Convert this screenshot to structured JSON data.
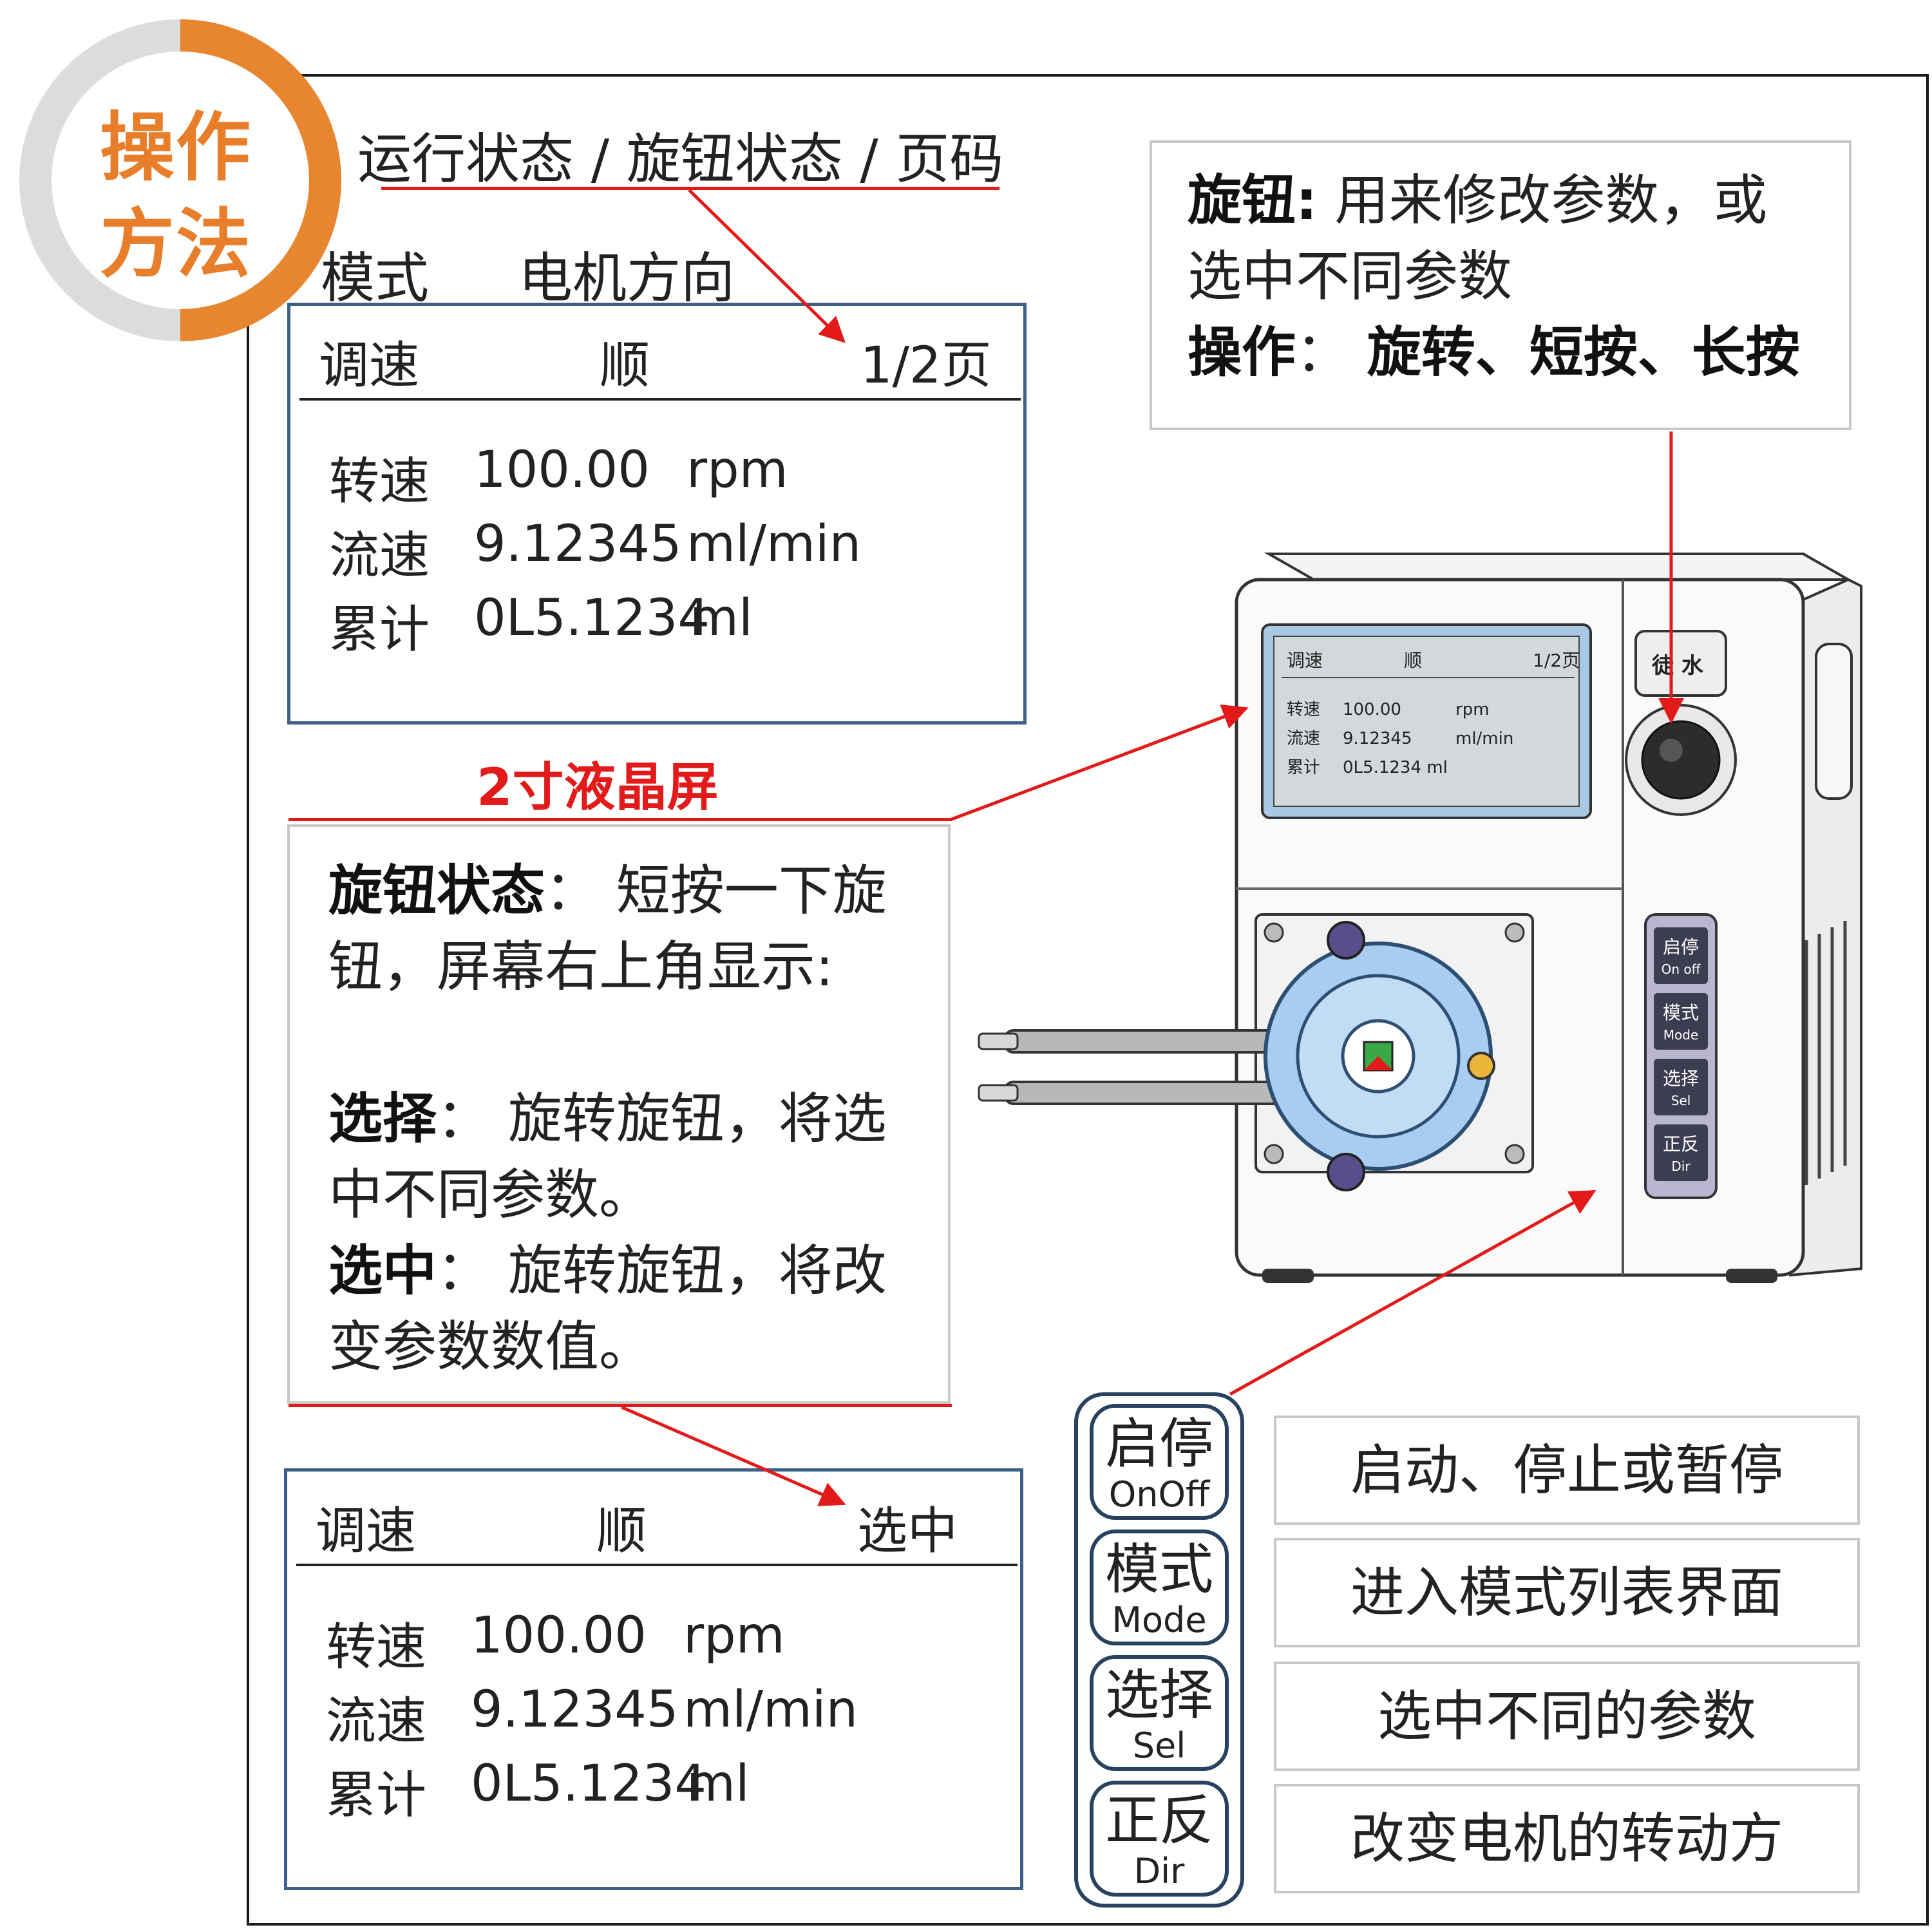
{
  "logo": {
    "line1": "操作",
    "line2": "方法"
  },
  "top_annotation": "运行状态 / 旋钮状态 / 页码",
  "header_labels": {
    "mode": "模式",
    "motor_direction": "电机方向"
  },
  "panel_running": {
    "mode": "调速",
    "direction": "顺",
    "page": "1/2页",
    "rows": [
      {
        "label": "转速",
        "value": "100.00",
        "unit": "rpm"
      },
      {
        "label": "流速",
        "value": "9.12345",
        "unit": "ml/min"
      },
      {
        "label": "累计",
        "value": "0L5.1234",
        "unit": "ml"
      }
    ]
  },
  "lcd_label": "2寸液晶屏",
  "knob_state_callout": {
    "title": "旋钮状态",
    "sep": "：",
    "text_a": "短按一下旋",
    "text_b": "钮，屏幕右上角显示:",
    "select_title": "选择",
    "select_sep": "：",
    "select_a": "旋转旋钮，将选",
    "select_b": "中不同参数。",
    "selected_title": "选中",
    "selected_sep": "：",
    "selected_a": "旋转旋钮，将改",
    "selected_b": "变参数数值。"
  },
  "panel_selected": {
    "mode": "调速",
    "direction": "顺",
    "state": "选中",
    "rows": [
      {
        "label": "转速",
        "value": "100.00",
        "unit": "rpm"
      },
      {
        "label": "流速",
        "value": "9.12345",
        "unit": "ml/min"
      },
      {
        "label": "累计",
        "value": "0L5.1234",
        "unit": "ml"
      }
    ]
  },
  "knob_callout": {
    "title": "旋钮",
    "sep": ":",
    "text_a": "用来修改参数，或",
    "text_b": "选中不同参数",
    "op_title": "操作",
    "op_sep": "：",
    "op_text": "旋转、短按、长按"
  },
  "device_screen": {
    "mode": "调速",
    "direction": "顺",
    "page": "1/2页",
    "r1_label": "转速",
    "r1": "100.00",
    "r1_unit": "rpm",
    "r2_label": "流速",
    "r2": "9.12345",
    "r2_unit": "ml/min",
    "r3_label": "累计",
    "r3": "0L5.1234 ml"
  },
  "device_logo": "徒 水",
  "device_buttons": [
    {
      "cn": "启停",
      "en": "On off"
    },
    {
      "cn": "模式",
      "en": "Mode"
    },
    {
      "cn": "选择",
      "en": "Sel"
    },
    {
      "cn": "正反",
      "en": "Dir"
    }
  ],
  "buttons": [
    {
      "cn": "启停",
      "en": "OnOff",
      "desc": "启动、停止或暂停"
    },
    {
      "cn": "模式",
      "en": "Mode",
      "desc": "进入模式列表界面"
    },
    {
      "cn": "选择",
      "en": "Sel",
      "desc": "选中不同的参数"
    },
    {
      "cn": "正反",
      "en": "Dir",
      "desc": "改变电机的转动方"
    }
  ],
  "colors": {
    "accent_orange": "#e87d2a",
    "arrow_red": "#e21a1a",
    "panel_blue": "#3e5f86",
    "button_navy": "#28425f"
  }
}
